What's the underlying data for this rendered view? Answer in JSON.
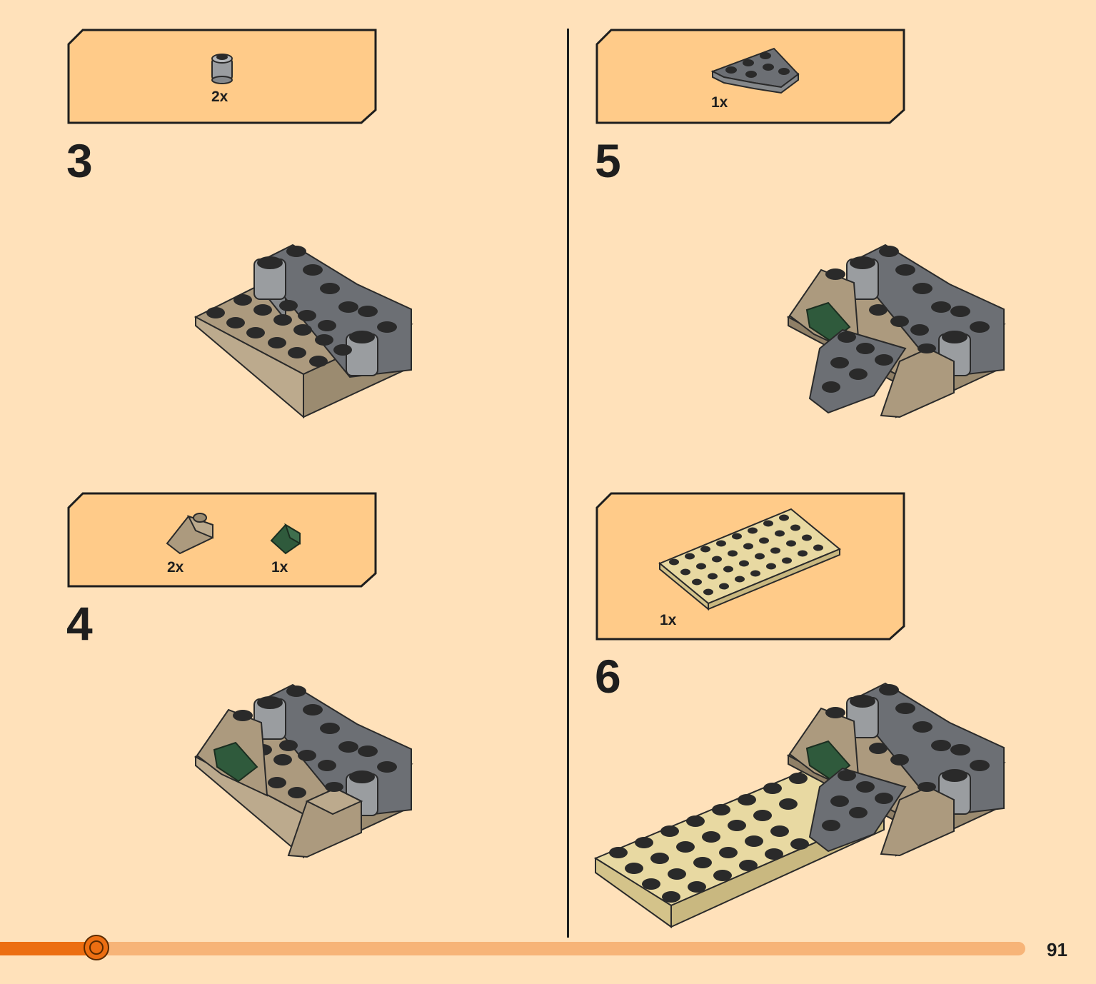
{
  "page": {
    "number": "91"
  },
  "progress": {
    "fraction": 0.094
  },
  "colors": {
    "background": "#FFE1BA",
    "callout_fill": "#FFCB89",
    "tan": "#AC9A7E",
    "dark_gray": "#6C6F74",
    "light_gray": "#9A9DA0",
    "green": "#2F5A3C",
    "light_tan": "#E8D9A2",
    "accent": "#EC6E12"
  },
  "steps": [
    {
      "number": "3",
      "parts": [
        {
          "qty": "2x",
          "icon": "light-gray-round-brick-icon"
        }
      ]
    },
    {
      "number": "4",
      "parts": [
        {
          "qty": "2x",
          "icon": "tan-slope-icon"
        },
        {
          "qty": "1x",
          "icon": "green-slope-icon"
        }
      ]
    },
    {
      "number": "5",
      "parts": [
        {
          "qty": "1x",
          "icon": "dark-gray-wedge-plate-icon"
        }
      ]
    },
    {
      "number": "6",
      "parts": [
        {
          "qty": "1x",
          "icon": "tan-plate-icon"
        }
      ]
    }
  ]
}
